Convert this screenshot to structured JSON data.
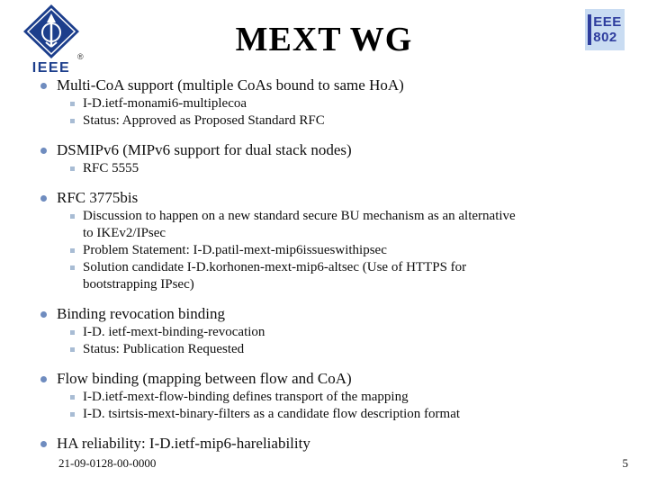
{
  "header": {
    "title": "MEXT WG",
    "ieee_logo": {
      "wordmark": "IEEE",
      "registered_mark": "®"
    },
    "ieee802_logo": {
      "line1": "EEE",
      "line2": "802"
    }
  },
  "colors": {
    "ieee_navy": "#1c3e8c",
    "ieee802_blue": "#2e3d9e",
    "ieee802_bg": "#c9dcf2",
    "bullet_l1": "#6f8cbf",
    "bullet_l2": "#a8bcd4",
    "text": "#0f0f0f"
  },
  "content": {
    "groups": [
      {
        "title": "Multi-CoA support (multiple CoAs bound to same HoA)",
        "subs": [
          "I-D.ietf-monami6-multiplecoa",
          "Status: Approved as Proposed Standard RFC"
        ]
      },
      {
        "title": "DSMIPv6 (MIPv6 support for dual stack nodes)",
        "subs": [
          "RFC 5555"
        ]
      },
      {
        "title": "RFC 3775bis",
        "subs": [
          "Discussion to happen on a new standard secure BU mechanism as an alternative\nto IKEv2/IPsec",
          "Problem Statement: I-D.patil-mext-mip6issueswithipsec",
          "Solution candidate I-D.korhonen-mext-mip6-altsec (Use of HTTPS for\nbootstrapping IPsec)"
        ]
      },
      {
        "title": "Binding revocation binding",
        "subs": [
          "I-D. ietf-mext-binding-revocation",
          "Status: Publication Requested"
        ]
      },
      {
        "title": "Flow binding (mapping between flow and CoA)",
        "subs": [
          "I-D.ietf-mext-flow-binding defines transport of the mapping",
          "I-D. tsirtsis-mext-binary-filters as a candidate flow description format"
        ]
      },
      {
        "title": "HA reliability: I-D.ietf-mip6-hareliability",
        "subs": []
      }
    ]
  },
  "footer": {
    "doc_number": "21-09-0128-00-0000",
    "page_number": "5"
  }
}
